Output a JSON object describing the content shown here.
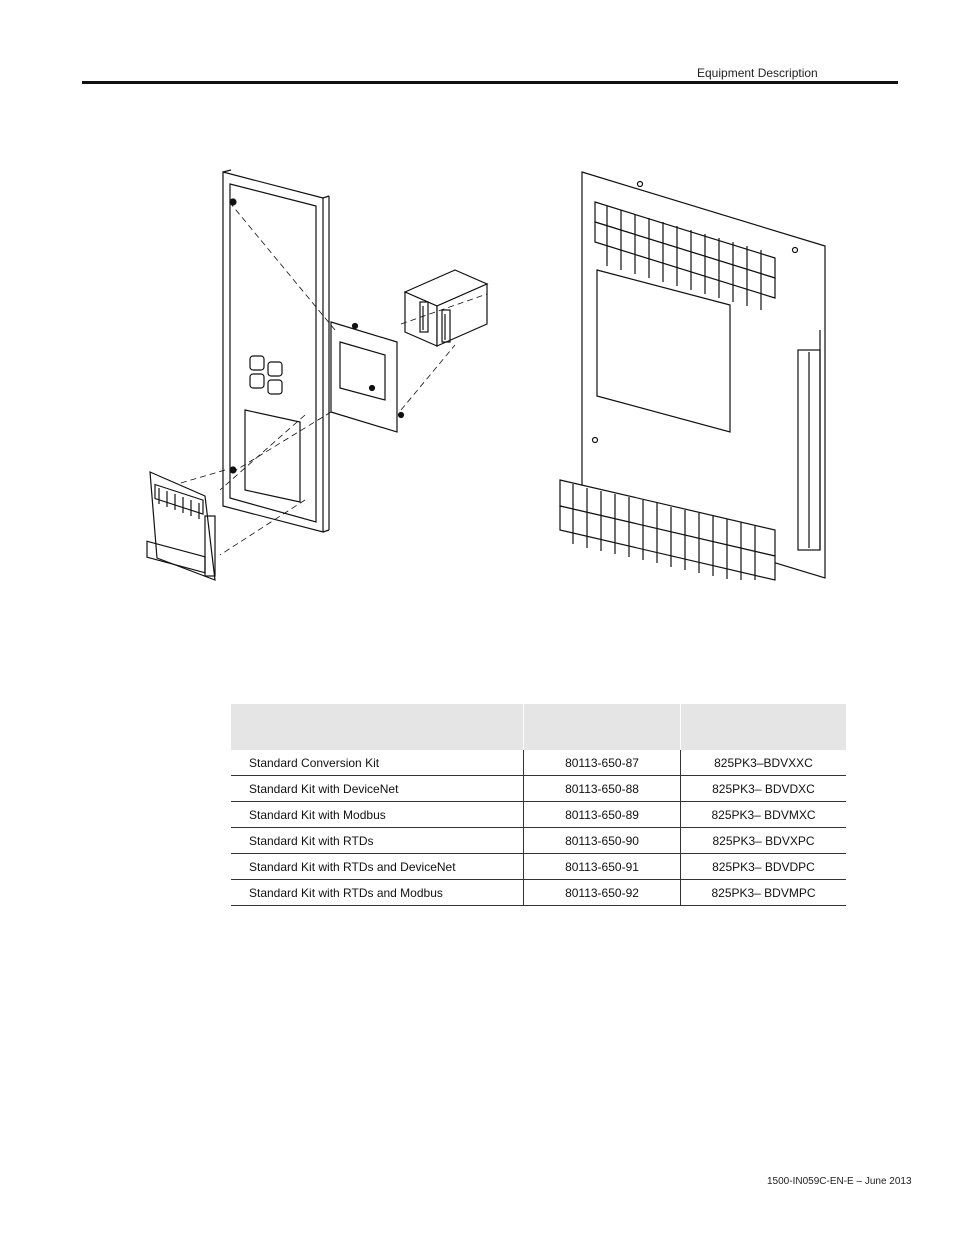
{
  "header": {
    "section": "Equipment Description"
  },
  "table": {
    "headers": [
      "",
      "",
      ""
    ],
    "rows": [
      [
        "Standard Conversion Kit",
        "80113-650-87",
        "825PK3–BDVXXC"
      ],
      [
        "Standard Kit with DeviceNet",
        "80113-650-88",
        "825PK3– BDVDXC"
      ],
      [
        "Standard Kit with Modbus",
        "80113-650-89",
        "825PK3– BDVMXC"
      ],
      [
        "Standard Kit with RTDs",
        "80113-650-90",
        "825PK3– BDVXPC"
      ],
      [
        "Standard Kit with RTDs and DeviceNet",
        "80113-650-91",
        "825PK3– BDVDPC"
      ],
      [
        "Standard Kit with RTDs and Modbus",
        "80113-650-92",
        "825PK3– BDVMPC"
      ]
    ]
  },
  "footer": {
    "doc_id": "1500-IN059C-EN-E – June 2013"
  }
}
